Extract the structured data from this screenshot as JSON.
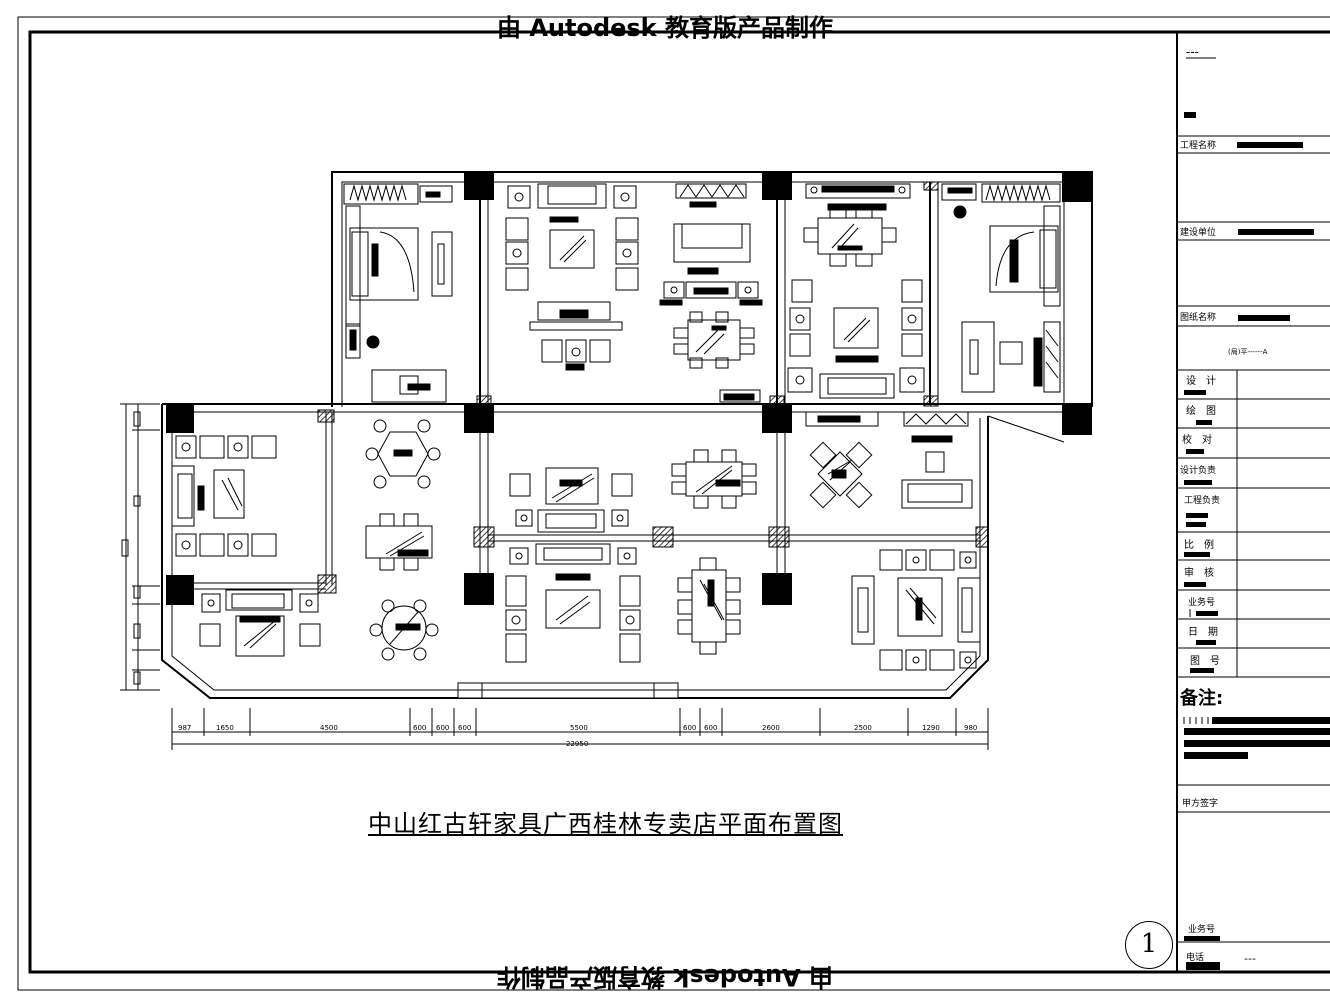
{
  "watermark": "由 Autodesk 教育版产品制作",
  "drawing_title": "中山红古轩家具广西桂林专卖店平面布置图",
  "sheet_number": "1",
  "dimensions": {
    "segments": [
      "987",
      "1650",
      "4500",
      "600",
      "600",
      "600",
      "5500",
      "600",
      "600",
      "2600",
      "2500",
      "1290",
      "980"
    ],
    "total": "22950"
  },
  "title_block": {
    "header_mark": "---",
    "project_name_label": "工程名称",
    "client_label": "建设单位",
    "drawing_name_label": "图纸名称",
    "scale_note": "(局)平------A",
    "rows": [
      {
        "label": "设　计"
      },
      {
        "label": "绘　图"
      },
      {
        "label": "校　对"
      },
      {
        "label": "设计负责"
      },
      {
        "label": "工程负责"
      },
      {
        "label": "比　例"
      },
      {
        "label": "审　核"
      },
      {
        "label": "业务号"
      },
      {
        "label": "日　期"
      },
      {
        "label": "图　号"
      }
    ],
    "notes_label": "备注:",
    "party_a_sign_label": "甲方签字",
    "bottom_business_label": "业务号",
    "phone_label": "电话",
    "phone_value": "---"
  }
}
